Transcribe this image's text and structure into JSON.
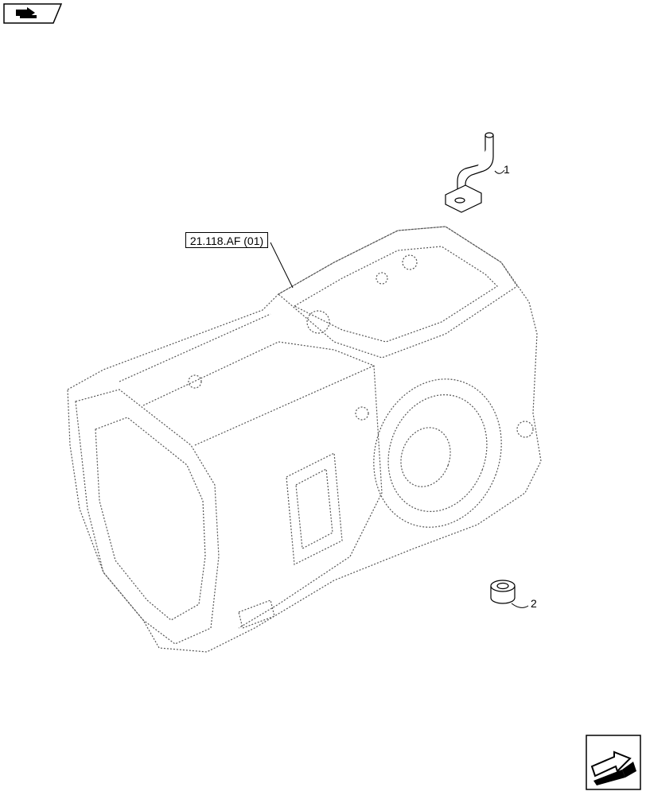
{
  "header": {
    "nav_icon": "previous-page-arrow-icon"
  },
  "diagram": {
    "assembly": "transmission-housing",
    "reference_label": "21.118.AF (01)",
    "callouts": [
      {
        "label": "1",
        "part": "tube"
      },
      {
        "label": "2",
        "part": "bushing"
      }
    ]
  },
  "footer": {
    "nav_icon": "next-page-arrow-icon"
  },
  "colors": {
    "line": "#000000",
    "dotted": "#555555",
    "background": "#ffffff"
  }
}
